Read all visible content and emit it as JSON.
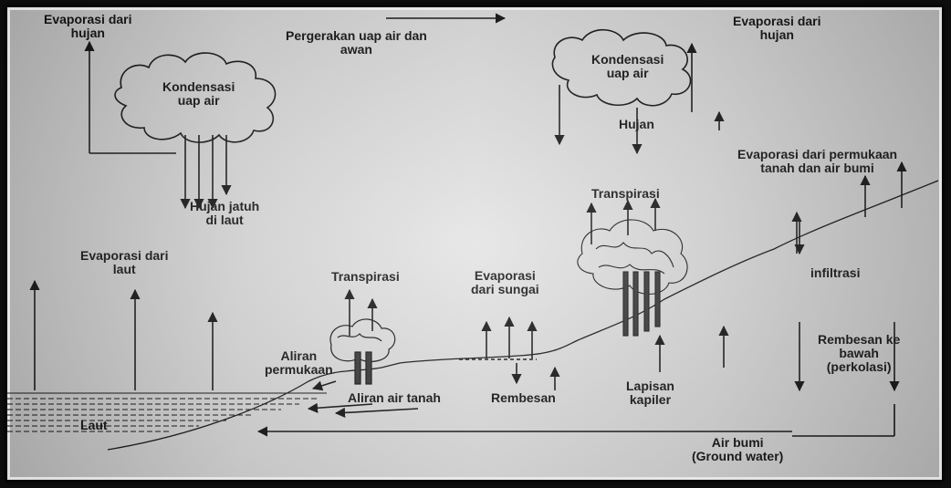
{
  "diagram": {
    "labels": {
      "evap_hujan_left": [
        "Evaporasi dari",
        "hujan"
      ],
      "pergerakan": [
        "Pergerakan uap air dan",
        "awan"
      ],
      "evap_hujan_right": [
        "Evaporasi dari",
        "hujan"
      ],
      "kondensasi_left": [
        "Kondensasi",
        "uap air"
      ],
      "kondensasi_right": [
        "Kondensasi",
        "uap air"
      ],
      "hujan": "Hujan",
      "evap_tanah": [
        "Evaporasi dari permukaan",
        "tanah dan air bumi"
      ],
      "hujan_laut": [
        "Hujan jatuh",
        "di laut"
      ],
      "transpirasi_top": "Transpirasi",
      "evap_laut": [
        "Evaporasi dari",
        "laut"
      ],
      "transpirasi_mid": "Transpirasi",
      "evap_sungai": [
        "Evaporasi",
        "dari sungai"
      ],
      "infiltrasi": "infiltrasi",
      "aliran_permukaan": [
        "Aliran",
        "permukaan"
      ],
      "rembesan_bawah": [
        "Rembesan ke",
        "bawah",
        "(perkolasi)"
      ],
      "lapisan_kapiler": [
        "Lapisan",
        "kapiler"
      ],
      "aliran_tanah": "Aliran air tanah",
      "rembesan": "Rembesan",
      "laut": "Laut",
      "air_bumi": [
        "Air bumi",
        "(Ground water)"
      ]
    }
  }
}
